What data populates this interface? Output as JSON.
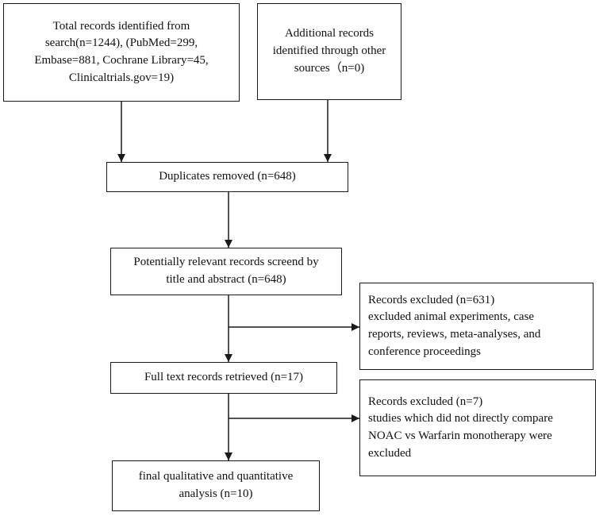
{
  "flowchart": {
    "identification_box": {
      "lines": [
        "Total records identified from",
        "search(n=1244), (PubMed=299,",
        "Embase=881, Cochrane Library=45,",
        "Clinicaltrials.gov=19)"
      ]
    },
    "additional_box": {
      "lines": [
        "Additional records",
        "identified through other",
        "sources（n=0)"
      ]
    },
    "duplicates_box": {
      "lines": [
        "Duplicates removed (n=648)"
      ]
    },
    "screening_box": {
      "lines": [
        "Potentially relevant records screend by",
        "title and abstract (n=648)"
      ]
    },
    "excluded_screening_box": {
      "lines": [
        "Records excluded (n=631)",
        "excluded animal experiments, case",
        "reports, reviews, meta-analyses, and",
        "conference proceedings"
      ]
    },
    "fulltext_box": {
      "lines": [
        "Full text records retrieved (n=17)"
      ]
    },
    "excluded_fulltext_box": {
      "lines": [
        "Records excluded (n=7)",
        "studies which did not directly compare",
        "NOAC vs Warfarin monotherapy were",
        "excluded"
      ]
    },
    "final_box": {
      "lines": [
        "final qualitative and quantitative",
        "analysis (n=10)"
      ]
    }
  }
}
